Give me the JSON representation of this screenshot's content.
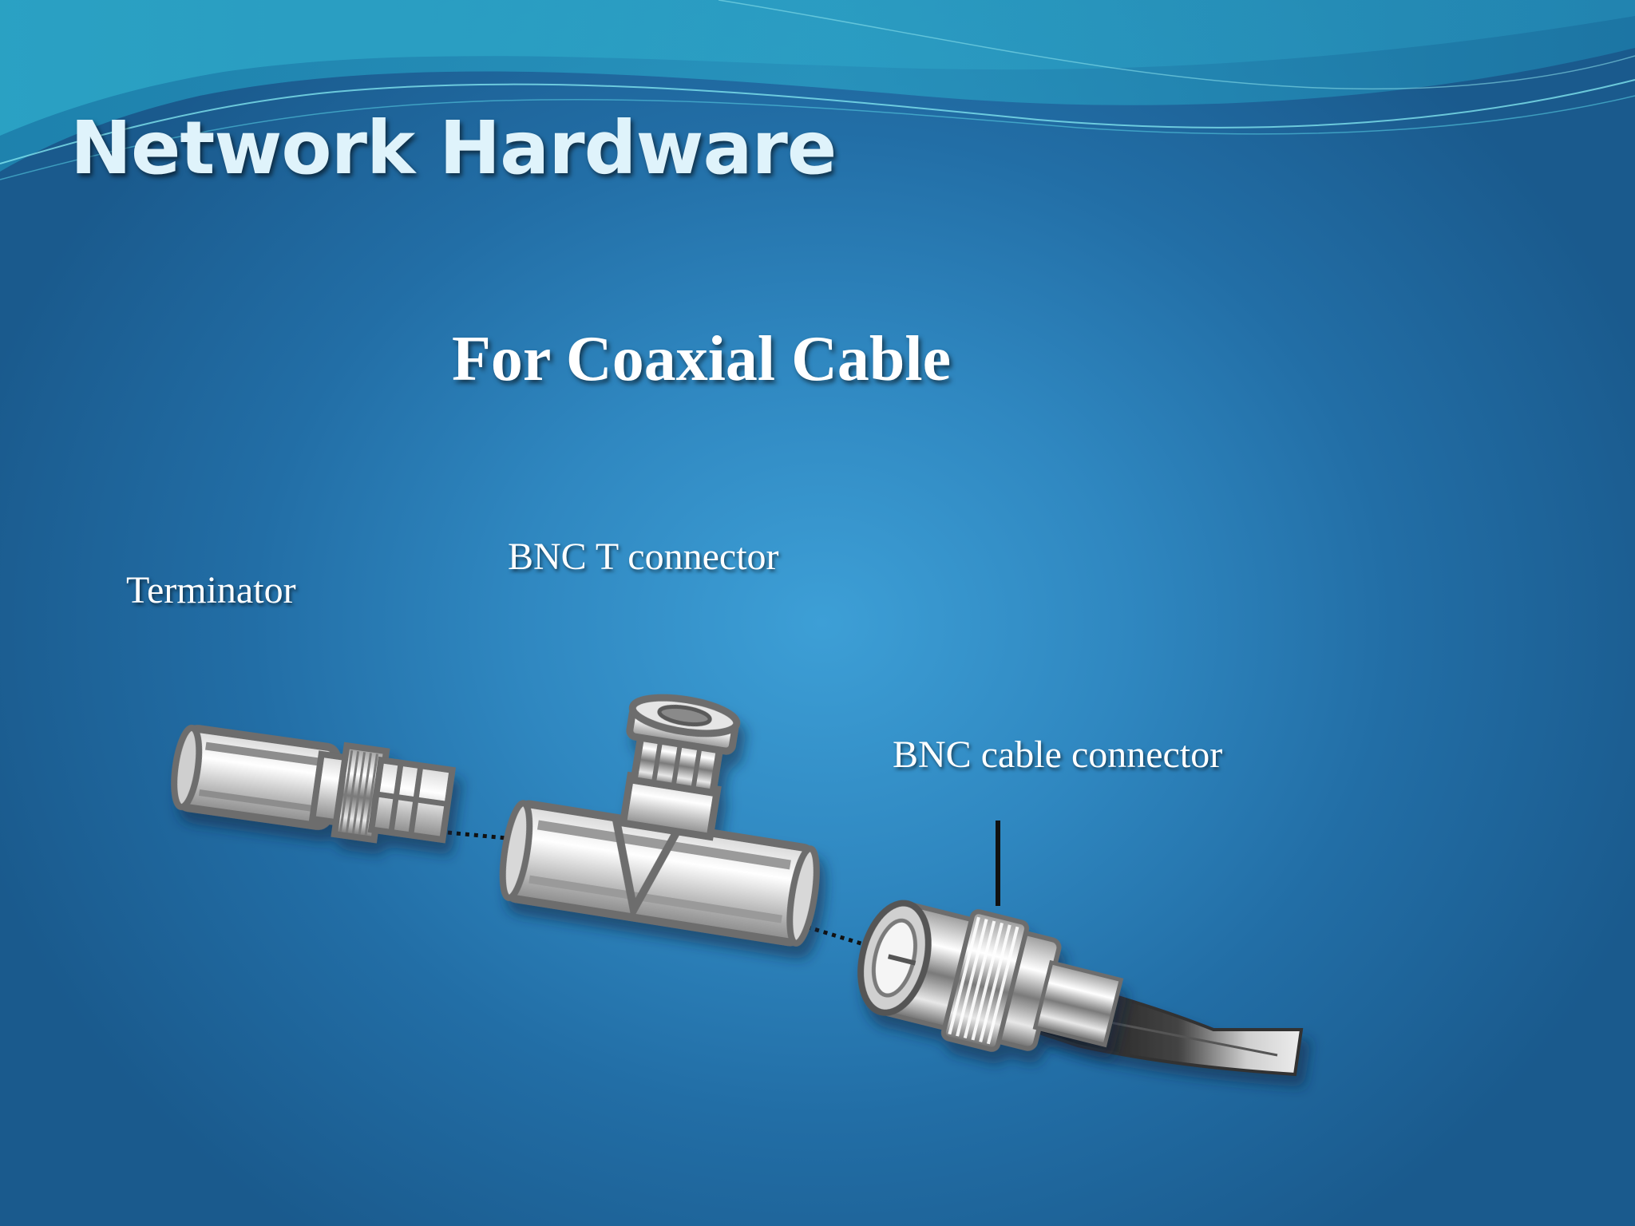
{
  "slide": {
    "title": "Network Hardware",
    "subtitle": "For Coaxial Cable",
    "labels": {
      "terminator": "Terminator",
      "t_connector": "BNC T connector",
      "cable_connector": "BNC cable connector"
    }
  },
  "illustration": {
    "items": [
      "terminator-icon",
      "bnc-t-connector-icon",
      "bnc-cable-connector-icon",
      "coaxial-cable-icon"
    ]
  },
  "colors": {
    "background_center": "#3d9fd6",
    "background_edge": "#1a5a8d",
    "title": "#dff3fb",
    "text": "#ffffff",
    "metal_light": "#f2f2f2",
    "metal_dark": "#6d6d6d"
  }
}
